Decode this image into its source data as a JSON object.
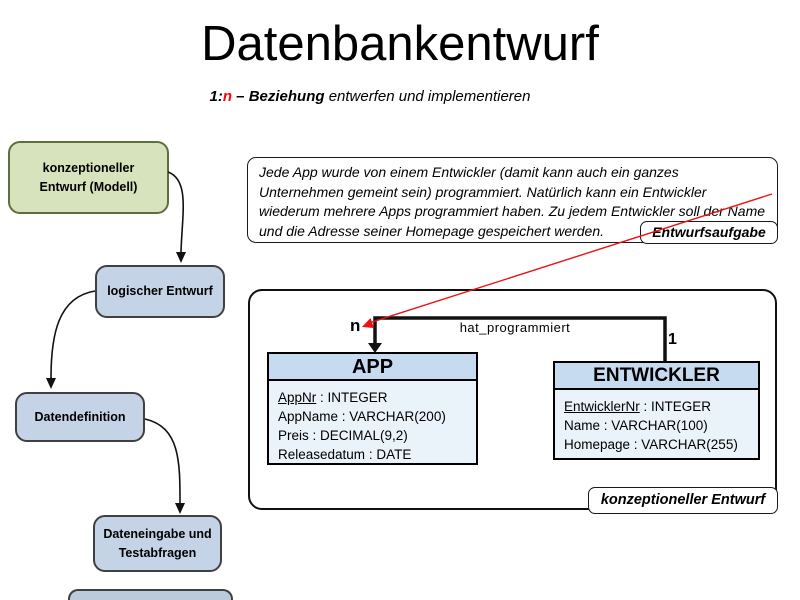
{
  "slide": {
    "title": "Datenbankentwurf",
    "subtitle": {
      "pre": "1:",
      "cardinality": "n",
      "bold_rest": " – Beziehung",
      "normal_rest": " entwerfen und implementieren"
    }
  },
  "flowchart": {
    "steps": [
      {
        "label": "konzeptioneller Entwurf (Modell)"
      },
      {
        "label": "logischer Entwurf"
      },
      {
        "label": "Datendefinition"
      },
      {
        "label": "Dateneingabe und Testabfragen"
      }
    ]
  },
  "task_box": {
    "text": "Jede App wurde von einem Entwickler (damit kann auch ein ganzes Unternehmen gemeint sein) programmiert. Natürlich kann ein Entwickler wiederum mehrere Apps programmiert haben. Zu jedem Entwickler soll der Name und die Adresse seiner Homepage gespeichert werden.",
    "label": "Entwurfsaufgabe"
  },
  "er_diagram": {
    "label": "konzeptioneller Entwurf",
    "relationship": {
      "name": "hat_programmiert",
      "app_cardinality": "n",
      "entwickler_cardinality": "1"
    },
    "entities": [
      {
        "name": "APP",
        "attributes": [
          {
            "name": "AppNr",
            "rest": " : INTEGER"
          },
          {
            "name": "AppName",
            "rest": " : VARCHAR(200)"
          },
          {
            "name": "Preis",
            "rest": " : DECIMAL(9,2)"
          },
          {
            "name": "Releasedatum",
            "rest": " : DATE"
          }
        ]
      },
      {
        "name": "ENTWICKLER",
        "attributes": [
          {
            "name": "EntwicklerNr",
            "rest": " : INTEGER"
          },
          {
            "name": "Name",
            "rest": " : VARCHAR(100)"
          },
          {
            "name": "Homepage",
            "rest": " : VARCHAR(255)"
          }
        ]
      }
    ]
  },
  "colors": {
    "accent_red": "#ff0000",
    "green_box_fill": "#d7e3bc",
    "blue_box_fill": "#c5d3e6",
    "table_header_fill": "#c6dbf0",
    "table_body_fill": "#eaf2fa",
    "connector_black": "#111111"
  }
}
